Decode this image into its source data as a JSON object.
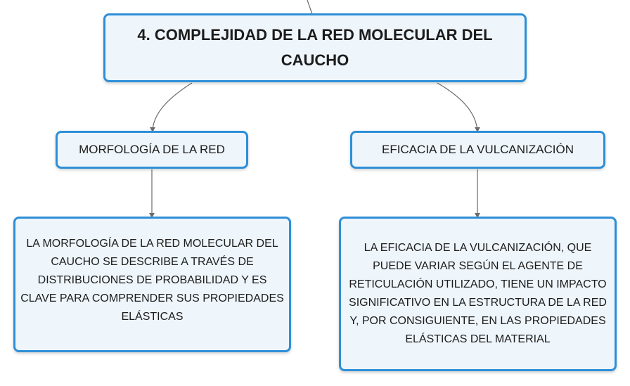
{
  "nodes": {
    "main_title": "4. COMPLEJIDAD DE LA RED MOLECULAR DEL CAUCHO",
    "left_topic": "MORFOLOGÍA DE LA RED",
    "right_topic": "EFICACIA DE LA VULCANIZACIÓN",
    "left_detail": "LA MORFOLOGÍA DE LA RED MOLECULAR DEL CAUCHO SE DESCRIBE A TRAVÉS DE DISTRIBUCIONES DE PROBABILIDAD Y ES CLAVE PARA COMPRENDER SUS PROPIEDADES ELÁSTICAS",
    "right_detail": "LA EFICACIA DE LA VULCANIZACIÓN, QUE PUEDE VARIAR SEGÚN EL AGENTE DE RETICULACIÓN UTILIZADO, TIENE UN IMPACTO SIGNIFICATIVO EN LA ESTRUCTURA DE LA RED Y, POR CONSIGUIENTE, EN LAS PROPIEDADES ELÁSTICAS DEL MATERIAL"
  },
  "colors": {
    "node_border": "#2e8fd8",
    "node_fill": "#eef5fb",
    "connector": "#6b6b6b"
  }
}
